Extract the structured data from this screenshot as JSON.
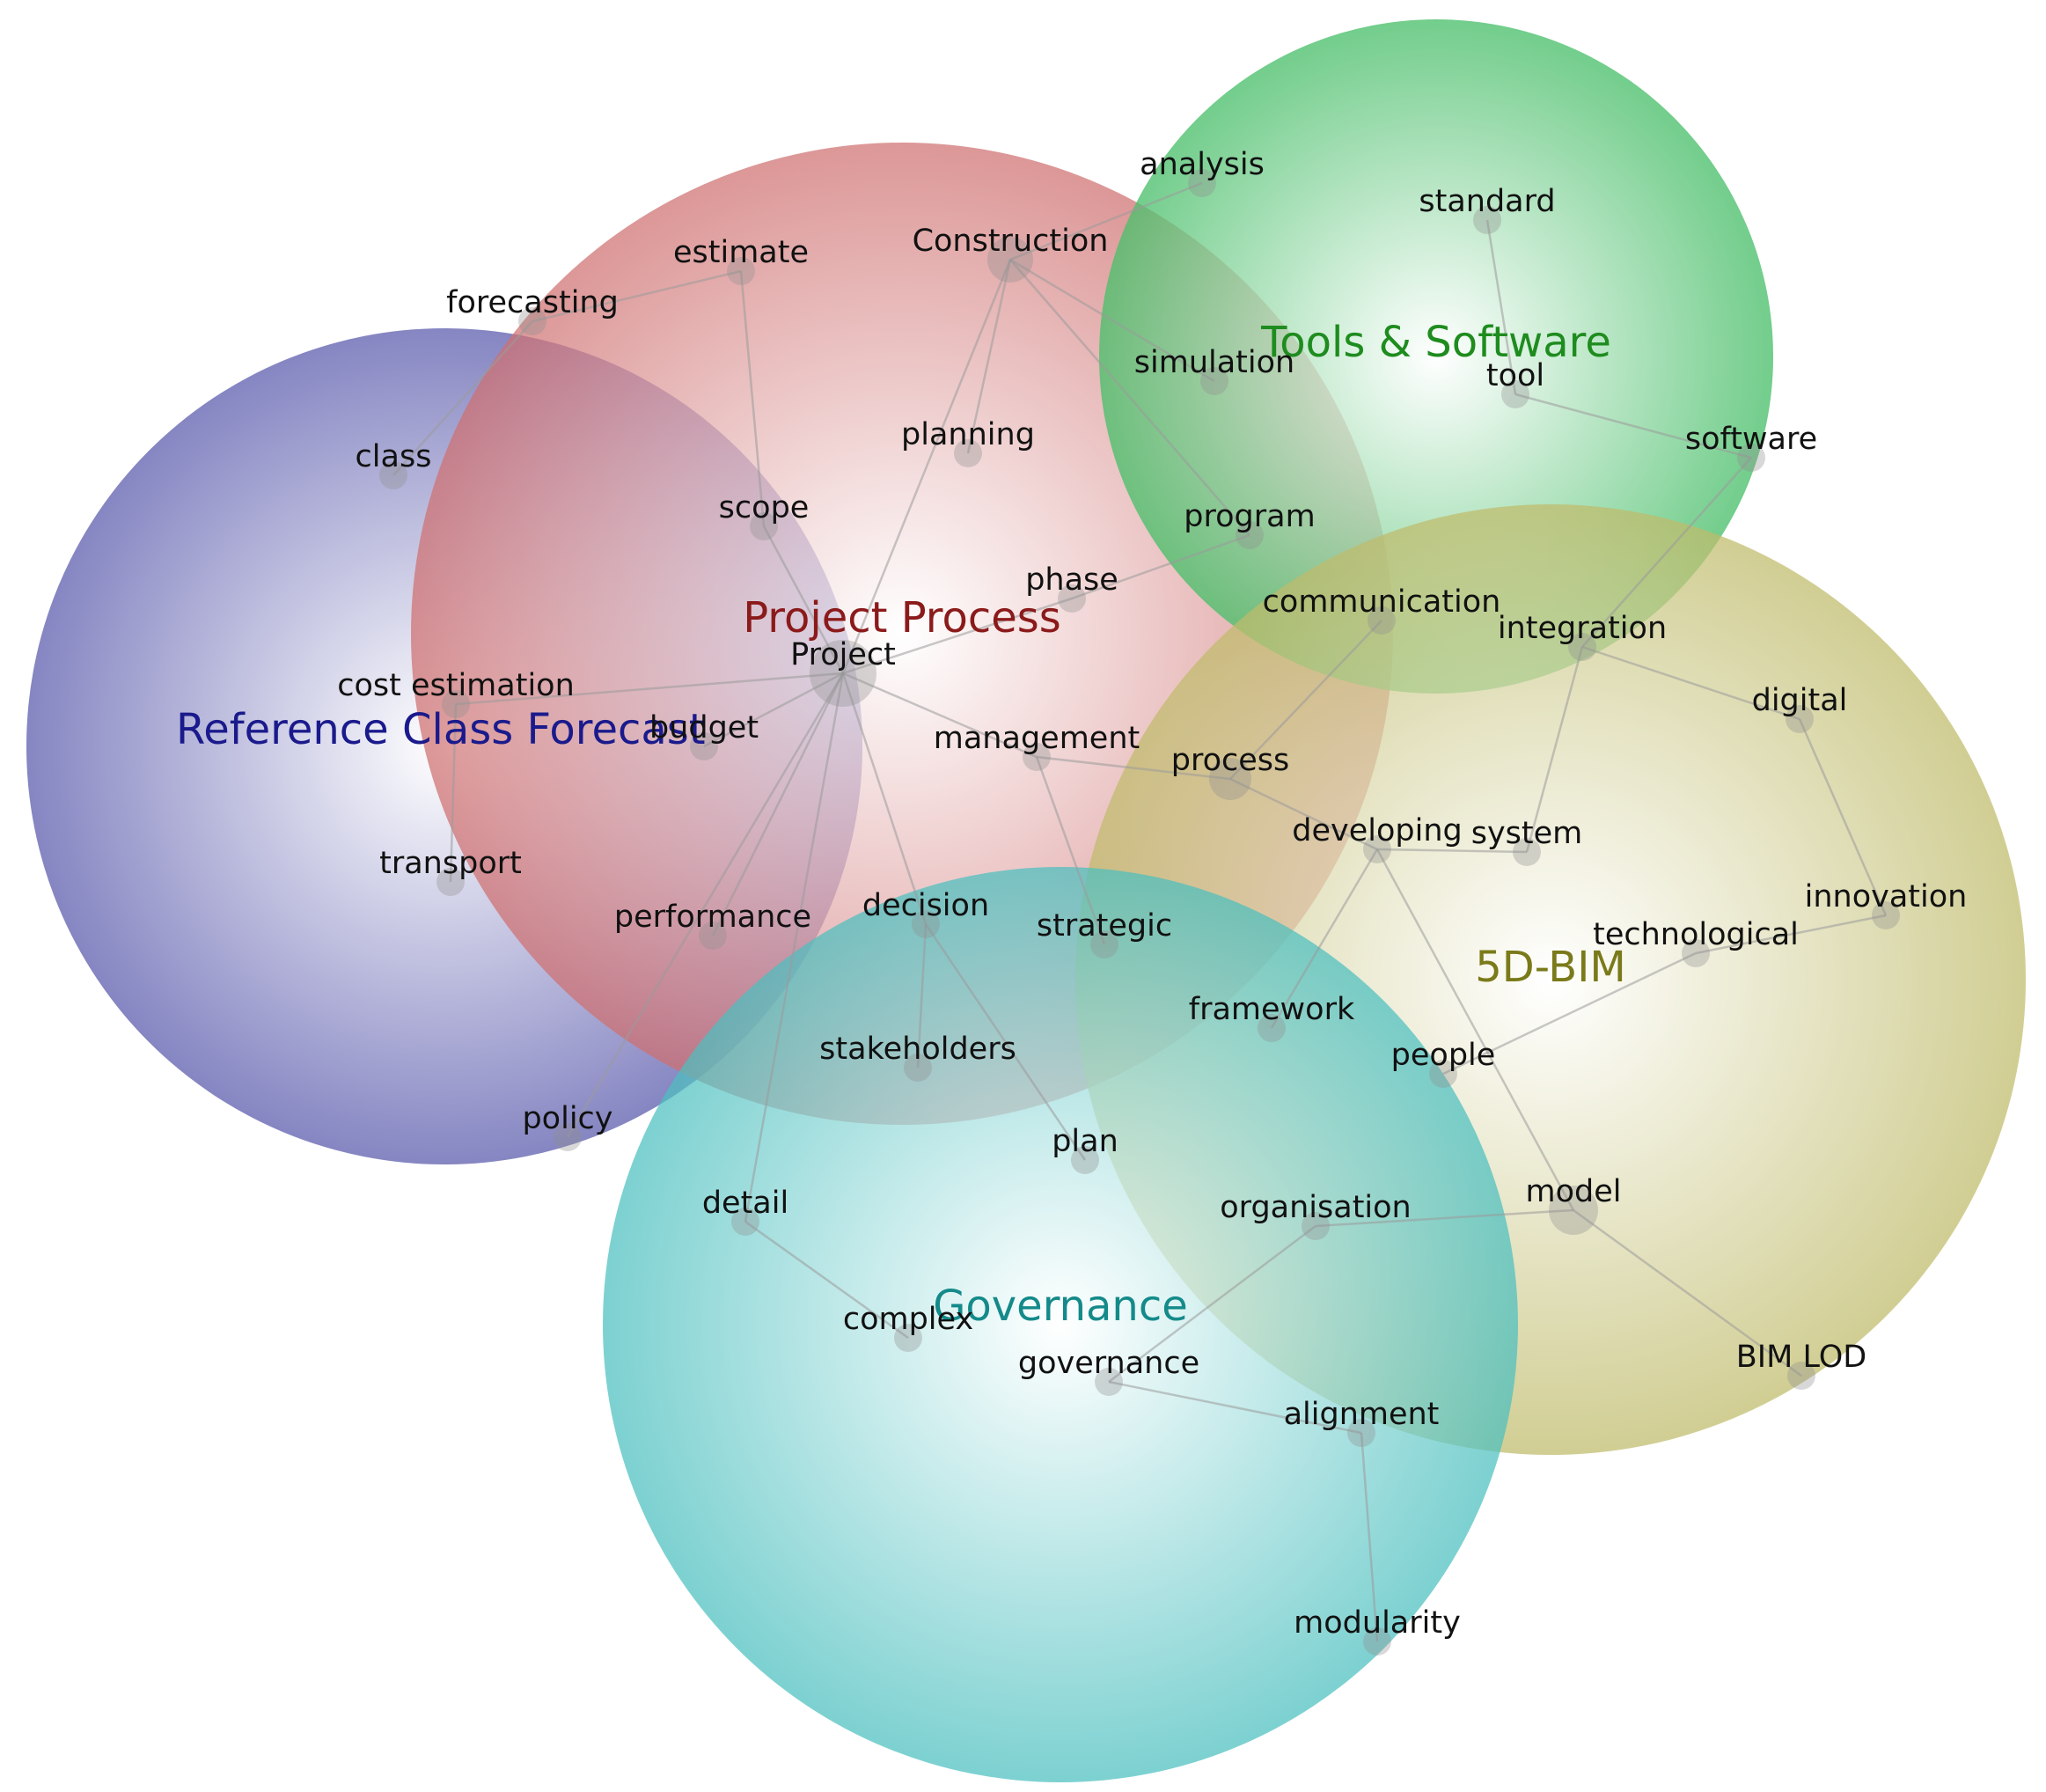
{
  "clusters": [
    {
      "id": "reference-class-forecast",
      "title": "Reference Class Forecast",
      "color": "#6b6bb5",
      "title_color": "#1a1a8c"
    },
    {
      "id": "project-process",
      "title": "Project Process",
      "color": "#cf6f6f",
      "title_color": "#8b1a1a"
    },
    {
      "id": "tools-software",
      "title": "Tools & Software",
      "color": "#4bbf6b",
      "title_color": "#1e8c1e"
    },
    {
      "id": "5d-bim",
      "title": "5D-BIM",
      "color": "#bfbb6a",
      "title_color": "#7a7a1a"
    },
    {
      "id": "governance",
      "title": "Governance",
      "color": "#4bbfbf",
      "title_color": "#148a8a"
    }
  ],
  "nodes": [
    {
      "id": "analysis",
      "label": "analysis"
    },
    {
      "id": "standard",
      "label": "standard"
    },
    {
      "id": "estimate",
      "label": "estimate"
    },
    {
      "id": "construction",
      "label": "Construction"
    },
    {
      "id": "forecasting",
      "label": "forecasting"
    },
    {
      "id": "simulation",
      "label": "simulation"
    },
    {
      "id": "tool",
      "label": "tool"
    },
    {
      "id": "planning",
      "label": "planning"
    },
    {
      "id": "software",
      "label": "software"
    },
    {
      "id": "class",
      "label": "class"
    },
    {
      "id": "scope",
      "label": "scope"
    },
    {
      "id": "program",
      "label": "program"
    },
    {
      "id": "phase",
      "label": "phase"
    },
    {
      "id": "communication",
      "label": "communication"
    },
    {
      "id": "integration",
      "label": "integration"
    },
    {
      "id": "project",
      "label": "Project"
    },
    {
      "id": "cost-estimation",
      "label": "cost estimation"
    },
    {
      "id": "budget",
      "label": "budget"
    },
    {
      "id": "digital",
      "label": "digital"
    },
    {
      "id": "management",
      "label": "management"
    },
    {
      "id": "process",
      "label": "process"
    },
    {
      "id": "developing",
      "label": "developing"
    },
    {
      "id": "system",
      "label": "system"
    },
    {
      "id": "transport",
      "label": "transport"
    },
    {
      "id": "innovation",
      "label": "innovation"
    },
    {
      "id": "decision",
      "label": "decision"
    },
    {
      "id": "performance",
      "label": "performance"
    },
    {
      "id": "strategic",
      "label": "strategic"
    },
    {
      "id": "technological",
      "label": "technological"
    },
    {
      "id": "framework",
      "label": "framework"
    },
    {
      "id": "stakeholders",
      "label": "stakeholders"
    },
    {
      "id": "people",
      "label": "people"
    },
    {
      "id": "policy",
      "label": "policy"
    },
    {
      "id": "plan",
      "label": "plan"
    },
    {
      "id": "model",
      "label": "model"
    },
    {
      "id": "detail",
      "label": "detail"
    },
    {
      "id": "organisation",
      "label": "organisation"
    },
    {
      "id": "complex",
      "label": "complex"
    },
    {
      "id": "governance",
      "label": "governance"
    },
    {
      "id": "bim-lod",
      "label": "BIM LOD"
    },
    {
      "id": "alignment",
      "label": "alignment"
    },
    {
      "id": "modularity",
      "label": "modularity"
    }
  ],
  "edges": [
    [
      "forecasting",
      "estimate"
    ],
    [
      "forecasting",
      "class"
    ],
    [
      "estimate",
      "scope"
    ],
    [
      "construction",
      "analysis"
    ],
    [
      "construction",
      "planning"
    ],
    [
      "construction",
      "simulation"
    ],
    [
      "construction",
      "program"
    ],
    [
      "construction",
      "project"
    ],
    [
      "standard",
      "tool"
    ],
    [
      "tool",
      "software"
    ],
    [
      "software",
      "integration"
    ],
    [
      "scope",
      "project"
    ],
    [
      "phase",
      "program"
    ],
    [
      "phase",
      "project"
    ],
    [
      "project",
      "cost-estimation"
    ],
    [
      "project",
      "budget"
    ],
    [
      "project",
      "management"
    ],
    [
      "project",
      "performance"
    ],
    [
      "project",
      "policy"
    ],
    [
      "project",
      "detail"
    ],
    [
      "project",
      "decision"
    ],
    [
      "cost-estimation",
      "transport"
    ],
    [
      "management",
      "process"
    ],
    [
      "management",
      "strategic"
    ],
    [
      "communication",
      "process"
    ],
    [
      "process",
      "developing"
    ],
    [
      "integration",
      "digital"
    ],
    [
      "integration",
      "system"
    ],
    [
      "digital",
      "innovation"
    ],
    [
      "developing",
      "system"
    ],
    [
      "developing",
      "framework"
    ],
    [
      "developing",
      "model"
    ],
    [
      "technological",
      "innovation"
    ],
    [
      "technological",
      "people"
    ],
    [
      "decision",
      "stakeholders"
    ],
    [
      "decision",
      "plan"
    ],
    [
      "model",
      "organisation"
    ],
    [
      "model",
      "bim-lod"
    ],
    [
      "organisation",
      "governance"
    ],
    [
      "detail",
      "complex"
    ],
    [
      "governance",
      "alignment"
    ],
    [
      "alignment",
      "modularity"
    ]
  ]
}
